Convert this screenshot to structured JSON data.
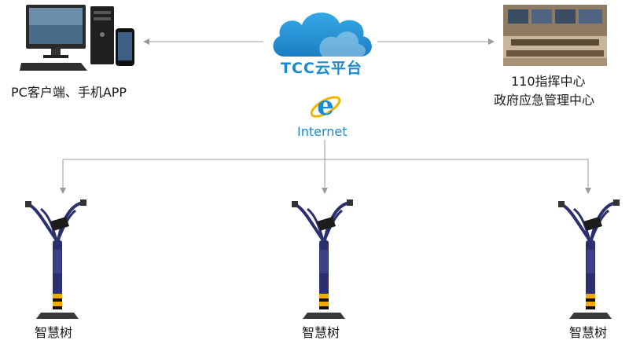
{
  "cloud": {
    "label": "TCC云平台"
  },
  "internet": {
    "label": "Internet"
  },
  "left_node": {
    "label": "PC客户端、手机APP"
  },
  "right_node": {
    "label_line1": "110指挥中心",
    "label_line2": "政府应急管理中心"
  },
  "trees": [
    {
      "label": "智慧树"
    },
    {
      "label": "智慧树"
    },
    {
      "label": "智慧树"
    }
  ],
  "colors": {
    "accent": "#1b8bd0",
    "line": "#9a9a9a",
    "pole": "#2b2f6e",
    "stripe": "#f2a900"
  }
}
